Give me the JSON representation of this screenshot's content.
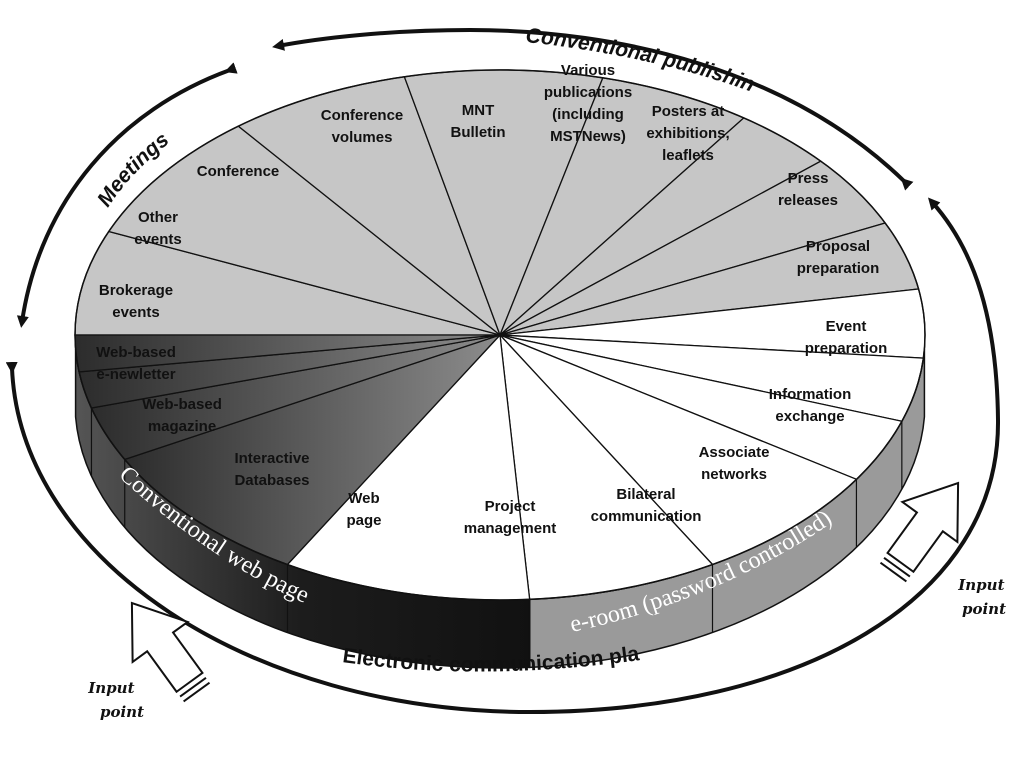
{
  "segments": [
    {
      "lines": [
        "Brokerage",
        "events"
      ]
    },
    {
      "lines": [
        "Other",
        "events"
      ]
    },
    {
      "lines": [
        "Conference"
      ]
    },
    {
      "lines": [
        "Conference",
        "volumes"
      ]
    },
    {
      "lines": [
        "MNT",
        "Bulletin"
      ]
    },
    {
      "lines": [
        "Various",
        "publications",
        "(including",
        "MSTNews)"
      ]
    },
    {
      "lines": [
        "Posters at",
        "exhibitions,",
        "leaflets"
      ]
    },
    {
      "lines": [
        "Press",
        "releases"
      ]
    },
    {
      "lines": [
        "Proposal",
        "preparation"
      ]
    },
    {
      "lines": [
        "Event",
        "preparation"
      ]
    },
    {
      "lines": [
        "Information",
        "exchange"
      ]
    },
    {
      "lines": [
        "Associate",
        "networks"
      ]
    },
    {
      "lines": [
        "Bilateral",
        "communication"
      ]
    },
    {
      "lines": [
        "Project",
        "management"
      ]
    },
    {
      "lines": [
        "Web",
        "page"
      ]
    },
    {
      "lines": [
        "Interactive",
        "Databases"
      ]
    },
    {
      "lines": [
        "Web-based",
        "magazine"
      ]
    },
    {
      "lines": [
        "Web-based",
        "e-newletter"
      ]
    }
  ],
  "group_labels": {
    "meetings": "Meetings",
    "conventional_publishing": "Conventional publishing",
    "electronic_platform": "Electronic communication platform",
    "conventional_web": "Conventional web pages",
    "eroom": "e-room (password controlled)"
  },
  "input_points": [
    {
      "lines": [
        "Input",
        "point"
      ]
    },
    {
      "lines": [
        "Input",
        "point"
      ]
    }
  ],
  "colors": {
    "meetings_publishing_fill": "#c6c6c6",
    "eroom_fill": "#ffffff",
    "web_fill_dark": "#3f3f3f",
    "web_fill_light": "#8a8a8a",
    "eroom_band": "#9a9a9a",
    "web_band": "#222222",
    "outline": "#111111"
  }
}
